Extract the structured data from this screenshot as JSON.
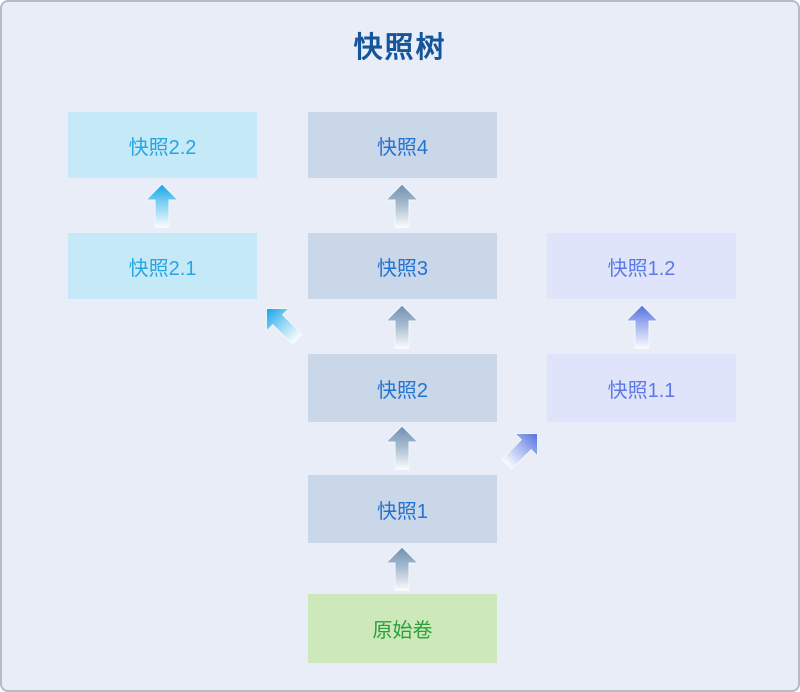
{
  "title": "快照树",
  "nodes": {
    "snap22": {
      "label": "快照2.2"
    },
    "snap4": {
      "label": "快照4"
    },
    "snap21": {
      "label": "快照2.1"
    },
    "snap3": {
      "label": "快照3"
    },
    "snap12": {
      "label": "快照1.2"
    },
    "snap2": {
      "label": "快照2"
    },
    "snap11": {
      "label": "快照1.1"
    },
    "snap1": {
      "label": "快照1"
    },
    "original": {
      "label": "原始卷"
    }
  },
  "edges": [
    {
      "from": "原始卷",
      "to": "快照1",
      "direction": "up",
      "color": "#6d8fb2"
    },
    {
      "from": "快照1",
      "to": "快照2",
      "direction": "up",
      "color": "#6d8fb2"
    },
    {
      "from": "快照2",
      "to": "快照3",
      "direction": "up",
      "color": "#6d8fb2"
    },
    {
      "from": "快照3",
      "to": "快照4",
      "direction": "up",
      "color": "#6d8fb2"
    },
    {
      "from": "快照2",
      "to": "快照2.1",
      "direction": "up-left",
      "color": "#12a3ea"
    },
    {
      "from": "快照2.1",
      "to": "快照2.2",
      "direction": "up",
      "color": "#12a3ea"
    },
    {
      "from": "快照1",
      "to": "快照1.1",
      "direction": "up-right",
      "color": "#4f6fdd"
    },
    {
      "from": "快照1.1",
      "to": "快照1.2",
      "direction": "up",
      "color": "#4f6fdd"
    }
  ],
  "palette": {
    "background": "#e8edf7",
    "border": "#b6bbc4",
    "title_text": "#15569b",
    "cyan_node_fill": "#c6e9f8",
    "cyan_node_text": "#25a5e3",
    "steel_node_fill": "#cad7e9",
    "steel_node_text": "#2273d2",
    "periwinkle_node_fill": "#dfe4fb",
    "periwinkle_node_text": "#5b79e6",
    "green_node_fill": "#cde8bb",
    "green_node_text": "#2ba139"
  }
}
